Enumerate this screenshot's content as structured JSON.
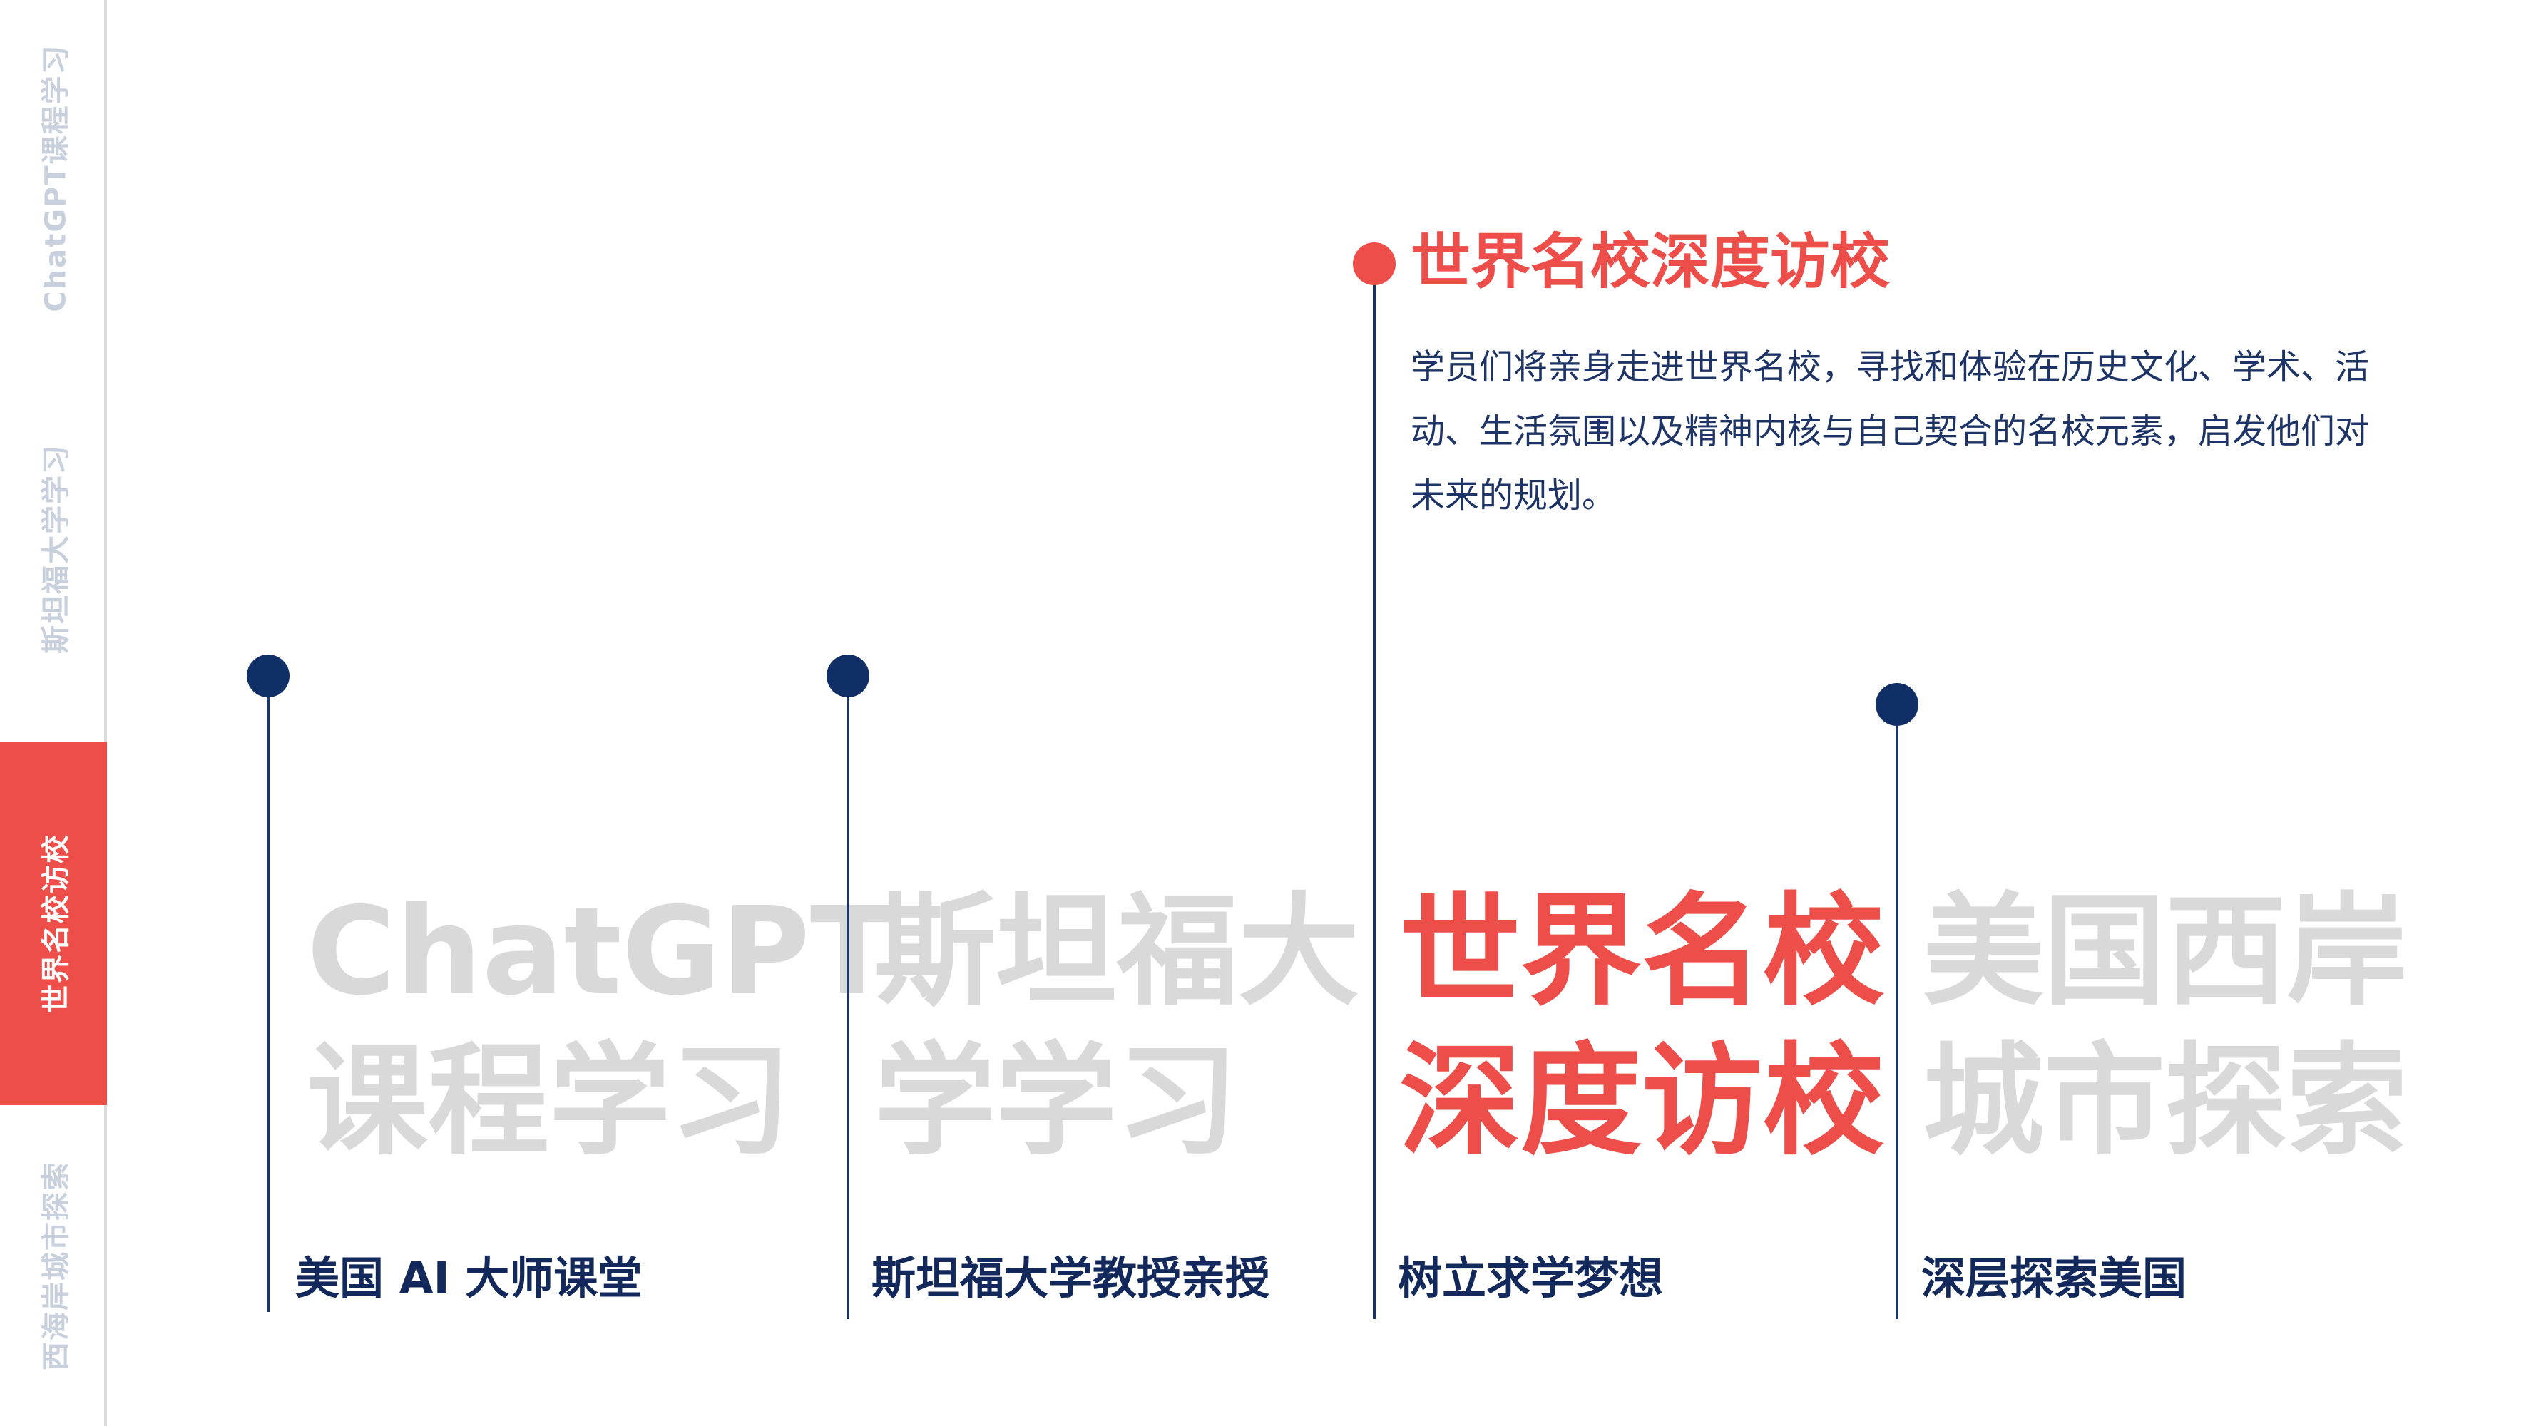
{
  "side_tabs": [
    {
      "label": "ChatGPT课程学习",
      "active": false
    },
    {
      "label": "斯坦福大学学习",
      "active": false
    },
    {
      "label": "世界名校访校",
      "active": true
    },
    {
      "label": "西海岸城市探索",
      "active": false
    }
  ],
  "feature": {
    "heading": "世界名校深度访校",
    "description": "学员们将亲身走进世界名校，寻找和体验在历史文化、学术、活动、生活氛围以及精神内核与自己契合的名校元素，启发他们对未来的规划。"
  },
  "columns": [
    {
      "title_line1": "ChatGPT",
      "title_line2": "课程学习",
      "label": "美国 AI 大师课堂",
      "active": false
    },
    {
      "title_line1": "斯坦福大",
      "title_line2": "学学习",
      "label": "斯坦福大学教授亲授",
      "active": false
    },
    {
      "title_line1": "世界名校",
      "title_line2": "深度访校",
      "label": "树立求学梦想",
      "active": true
    },
    {
      "title_line1": "美国西岸",
      "title_line2": "城市探索",
      "label": "深层探索美国",
      "active": false
    }
  ],
  "colors": {
    "accent": "#ee4e4a",
    "navy": "#13295c",
    "muted_title": "#d9d9d9",
    "muted_tab": "#c9d0dd"
  }
}
